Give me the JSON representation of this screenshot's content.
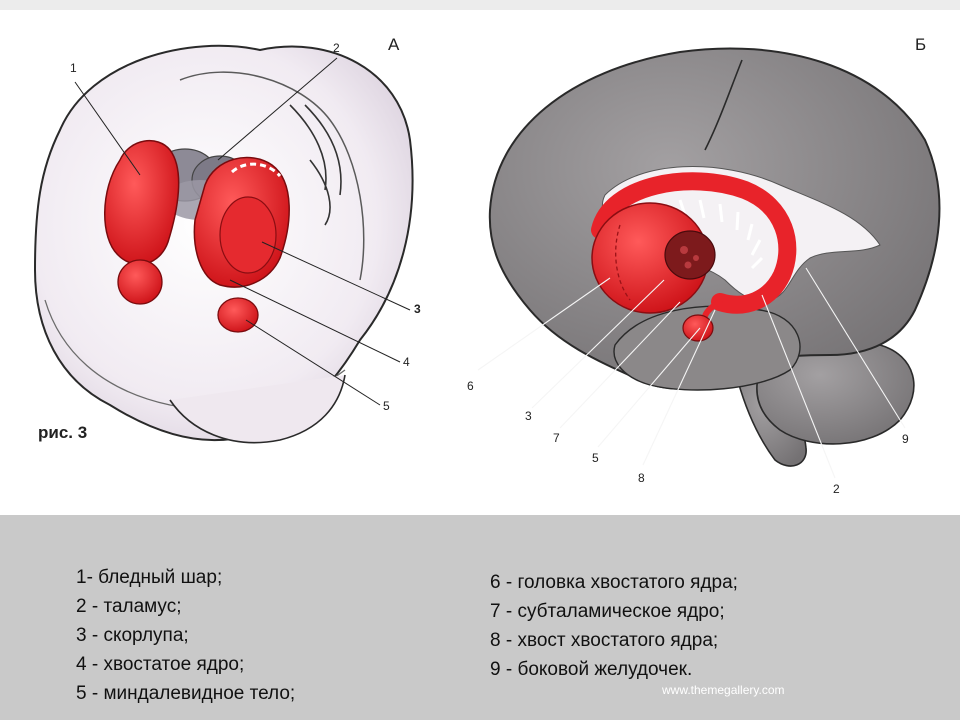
{
  "figure_a": {
    "letter": "А",
    "caption": "рис. 3",
    "labels": {
      "l1": "1",
      "l2": "2",
      "l3": "3",
      "l4": "4",
      "l5": "5"
    }
  },
  "figure_b": {
    "letter": "Б",
    "labels": {
      "l6": "6",
      "l3": "3",
      "l7": "7",
      "l5": "5",
      "l8": "8",
      "l2": "2",
      "l9": "9"
    }
  },
  "legend": {
    "left": [
      "1- бледный шар;",
      "2 - таламус;",
      "3 - скорлупа;",
      "4 - хвостатое ядро;",
      "5 - миндалевидное тело;"
    ],
    "right": [
      "6 - головка хвостатого ядра;",
      "7 - субталамическое ядро;",
      "8 - хвост хвостатого ядра;",
      "9 - боковой желудочек."
    ]
  },
  "watermark": "www.themegallery.com",
  "colors": {
    "nucleus_red": "#e8232a",
    "brain_pink_white": "#f3eef3",
    "brain_gray": "#8f8c8e",
    "legend_bg": "#c9c9c9"
  }
}
